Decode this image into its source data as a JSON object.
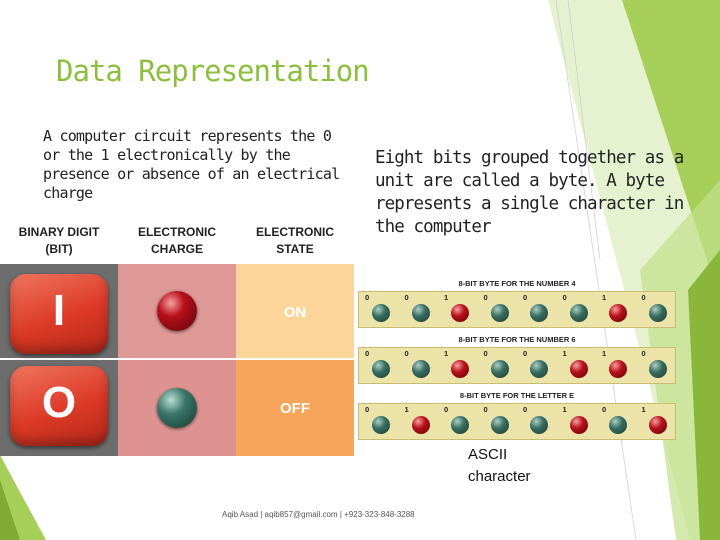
{
  "slide": {
    "title": "Data Representation",
    "left_text": "A computer circuit represents the 0 or the 1 electronically by the presence or absence of an electrical charge",
    "right_text": "Eight bits grouped together as a unit are called a byte. A byte represents a single character in the computer",
    "ascii_line1": "ASCII",
    "ascii_line2": "character",
    "footer": "Aqib Asad | aqib857@gmail.com | +923-323-848-3288"
  },
  "left_figure": {
    "headers": {
      "col1_line1": "BINARY DIGIT",
      "col1_line2": "(BIT)",
      "col2_line1": "ELECTRONIC",
      "col2_line2": "CHARGE",
      "col3_line1": "ELECTRONIC",
      "col3_line2": "STATE"
    },
    "rows": [
      {
        "switch": "I",
        "state": "ON",
        "led": "red"
      },
      {
        "switch": "O",
        "state": "OFF",
        "led": "green"
      }
    ]
  },
  "right_figure": {
    "bytes": [
      {
        "label": "8-BIT BYTE FOR THE NUMBER 4",
        "bits": [
          "0",
          "0",
          "1",
          "0",
          "0",
          "0",
          "1",
          "0"
        ]
      },
      {
        "label": "8-BIT BYTE FOR THE NUMBER 6",
        "bits": [
          "0",
          "0",
          "1",
          "0",
          "0",
          "1",
          "1",
          "0"
        ]
      },
      {
        "label": "8-BIT BYTE FOR THE LETTER E",
        "bits": [
          "0",
          "1",
          "0",
          "0",
          "0",
          "1",
          "0",
          "1"
        ]
      }
    ]
  },
  "colors": {
    "accent_green": "#8cbf3f",
    "on_bit": "#b8101a",
    "off_bit": "#3b6e62"
  }
}
